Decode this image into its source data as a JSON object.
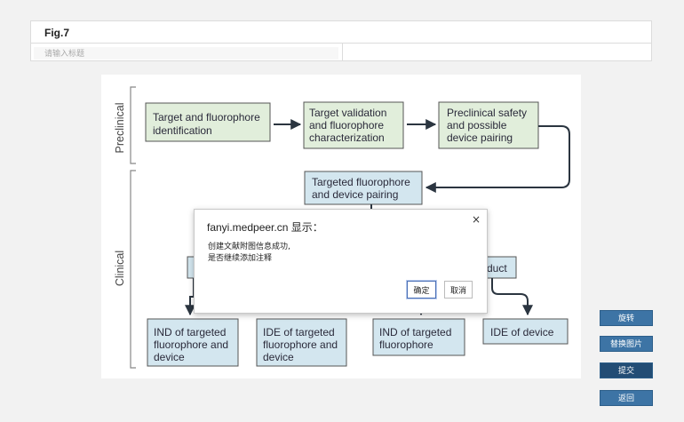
{
  "header": {
    "fig_label": "Fig.7",
    "title_placeholder": "请输入标题"
  },
  "figure": {
    "phases": {
      "preclinical": "Preclinical",
      "clinical": "Clinical"
    },
    "boxes": {
      "b1": [
        "Target and fluorophore",
        "identification"
      ],
      "b2": [
        "Target validation",
        "and fluorophore",
        "characterization"
      ],
      "b3": [
        "Preclinical safety",
        "and possible",
        "device pairing"
      ],
      "b4": [
        "Targeted fluorophore",
        "and device pairing"
      ],
      "b5": [
        "duct"
      ],
      "b6": [
        "IND of targeted",
        "fluorophore and",
        "device"
      ],
      "b7": [
        "IDE of targeted",
        "fluorophore and",
        "device"
      ],
      "b8": [
        "IND of targeted",
        "fluorophore"
      ],
      "b9": [
        "IDE of device"
      ]
    },
    "colors": {
      "green_box": "#e1eedb",
      "blue_box": "#d3e6ef",
      "box_border": "#555555",
      "arrow": "#2b3540"
    }
  },
  "side_buttons": {
    "rotate": "旋转",
    "replace": "替换图片",
    "submit": "提交",
    "back": "返回"
  },
  "dialog": {
    "title": "fanyi.medpeer.cn 显示：",
    "close": "×",
    "line1": "创建文献附图信息成功,",
    "line2": "是否继续添加注释",
    "ok": "确定",
    "cancel": "取消"
  }
}
